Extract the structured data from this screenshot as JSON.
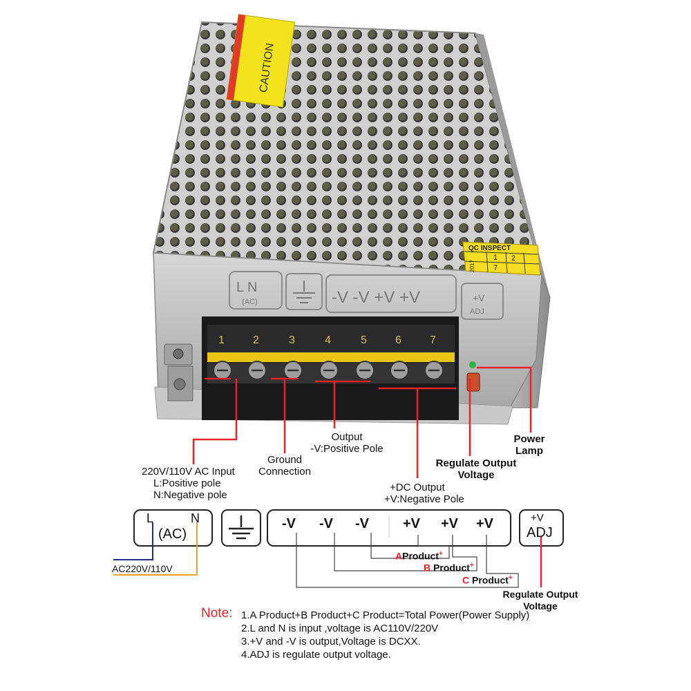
{
  "colors": {
    "callout_red": "#e8232a",
    "chassis": "#b9b9b9",
    "terminal_yellow": "#e6c200",
    "ac_blue": "#1f2d8f",
    "ac_orange": "#f0a030"
  },
  "unit_panel": {
    "ln_label": "L N",
    "ac_label": "(AC)",
    "v_labels": "-V -V +V +V",
    "adj_top": "+V",
    "adj_bottom": "ADJ",
    "terminal_numbers": [
      "1",
      "2",
      "3",
      "4",
      "5",
      "6",
      "7"
    ],
    "qc_sticker": {
      "title": "QC INSPECT",
      "cells": [
        "1",
        "2",
        "7",
        "2017"
      ]
    },
    "caution_label": "CAUTION"
  },
  "callouts": {
    "ac_input": [
      "220V/110V AC Input",
      "L:Positive pole",
      "N:Negative pole"
    ],
    "ground": [
      "Ground",
      "Connection"
    ],
    "output_neg": [
      "Output",
      "-V:Positive Pole"
    ],
    "dc_output": [
      "+DC Output",
      "+V:Negative Pole"
    ],
    "regulate": [
      "Regulate Output",
      "Voltage"
    ],
    "power_lamp": [
      "Power",
      "Lamp"
    ]
  },
  "schematic": {
    "ac_box": {
      "l": "L",
      "n": "N",
      "ac": "(AC)"
    },
    "dc_terminals": [
      "-V",
      "-V",
      "-V",
      "+V",
      "+V",
      "+V"
    ],
    "adj_box": {
      "top": "+V",
      "bottom": "ADJ"
    },
    "ac_wire_label": "AC220V/110V",
    "products": [
      {
        "letter": "A",
        "text": "Product"
      },
      {
        "letter": "B",
        "text": "Product"
      },
      {
        "letter": "C",
        "text": "Product"
      }
    ],
    "plus_sign": "+",
    "regulate_label": [
      "Regulate Output",
      "Voltage"
    ]
  },
  "notes": {
    "heading": "Note:",
    "lines": [
      "1.A Product+B Product+C Product=Total Power(Power Supply)",
      "2.L and N is input ,voltage is AC110V/220V",
      "3.+V and  -V is output,Voltage is DCXX.",
      "4.ADJ is regulate output voltage."
    ]
  }
}
